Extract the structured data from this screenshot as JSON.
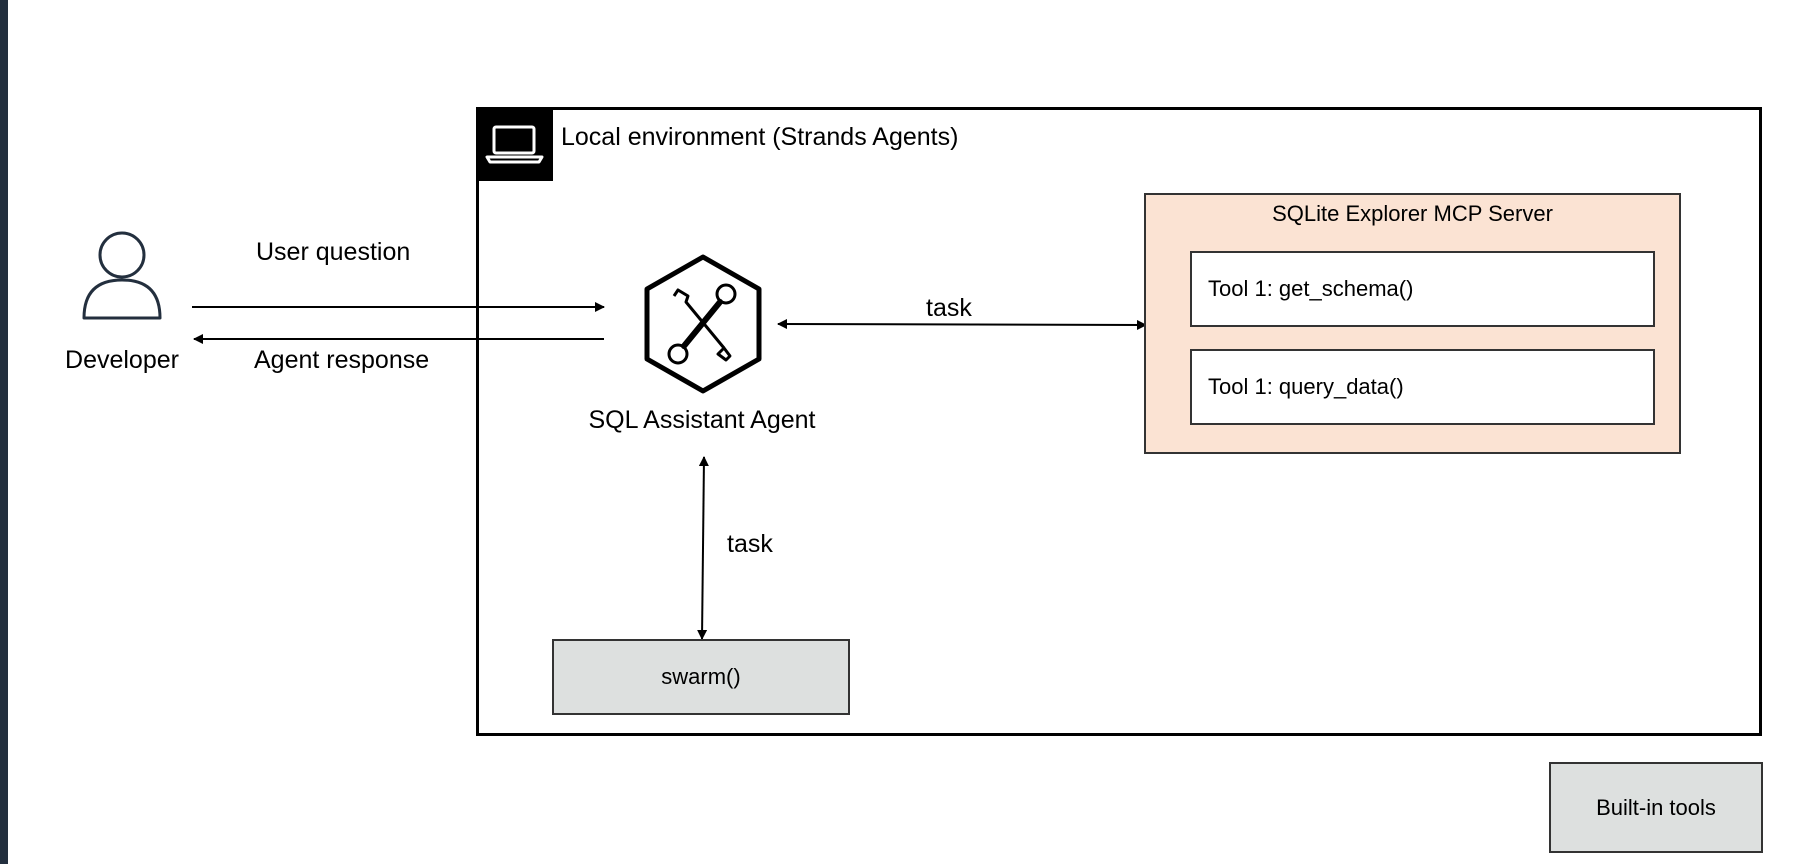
{
  "environment": {
    "title": "Local environment (Strands Agents)",
    "icon": "laptop-icon"
  },
  "developer": {
    "label": "Developer",
    "icon": "person-icon"
  },
  "edges": {
    "user_question": "User question",
    "agent_response": "Agent response",
    "task_mcp": "task",
    "task_swarm": "task"
  },
  "agent": {
    "label": "SQL Assistant Agent",
    "icon": "tools-hexagon-icon"
  },
  "mcp_server": {
    "title": "SQLite Explorer MCP Server",
    "tools": [
      "Tool 1: get_schema()",
      "Tool 1: query_data()"
    ],
    "fill_color": "#fbe3d3"
  },
  "swarm": {
    "label": "swarm()"
  },
  "legend": {
    "builtin_tools": "Built-in tools",
    "fill_color": "#dde0df"
  }
}
